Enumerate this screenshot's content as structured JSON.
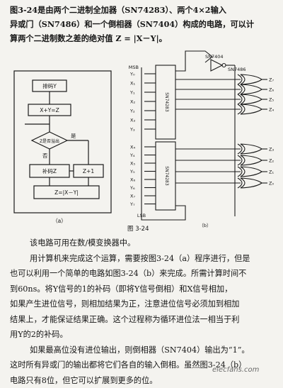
{
  "intro": [
    "图3-24是由两个二进制全加器（SN74283）、两个4×2输入",
    "异或门（SN7486）和一个倒相器（SN7404）构成的电路，可以计",
    "算两个二进制数之差的绝对值 Z = |X－Y|。"
  ],
  "flowchart": {
    "box_start": "排码Y",
    "box_add": "X+Y=Z",
    "decision": "Z是否溢出",
    "no_label": "否",
    "yes_label": "是",
    "box_complement": "补码Z",
    "box_plus": "Z+1",
    "box_result": "Z=|X－Y|",
    "caption": "（a）"
  },
  "circuit": {
    "chip_top": "SN74283",
    "chip_bottom": "SN74283",
    "inverter": "SN7404",
    "xor_chip": "SN7486",
    "msb": "MSB",
    "lsb": "LSB",
    "caption": "（b）",
    "y_inputs_top": [
      "Y₀",
      "X₁",
      "Y₁",
      "X₂",
      "Y₂",
      "X₃",
      "Y₃"
    ],
    "y_inputs_bottom": [
      "X₄",
      "Y₄",
      "X₅",
      "Y₅",
      "X₆",
      "Y₆",
      "X₇",
      "Y₇"
    ],
    "outputs": [
      "Z₇",
      "Z₆",
      "Z₅",
      "Z₄",
      "Z₃",
      "Z₂",
      "Z₁",
      "Z₀"
    ]
  },
  "figure_label": "图 3-24",
  "body": [
    "该电路可用在数/模变换器中。",
    "用计算机来完成这个运算，需要按图3-24（a）程序进行，但是",
    "也可以利用一个简单的电路如图3-24（b）来完成。所需计算时间不",
    "到60ns。将Y信号的1的补码（即将Y信号倒相）和X信号相加，",
    "如果产生进位信号，则相加结果为正，注意进位信号必须加到相加",
    "结果上，才能保证结果正确。这个过程称为循环进位法一相当于利",
    "用Y的2的补码。",
    "如果最高位没有进位输出，则倒相器（SN7404）输出为“1”。",
    "这时所有异或门的输出都将它们各自的输入倒相。虽然图3-24（b）",
    "电路只有8位，但它可以扩展到更多的位。"
  ],
  "watermark": "elecfans.com"
}
